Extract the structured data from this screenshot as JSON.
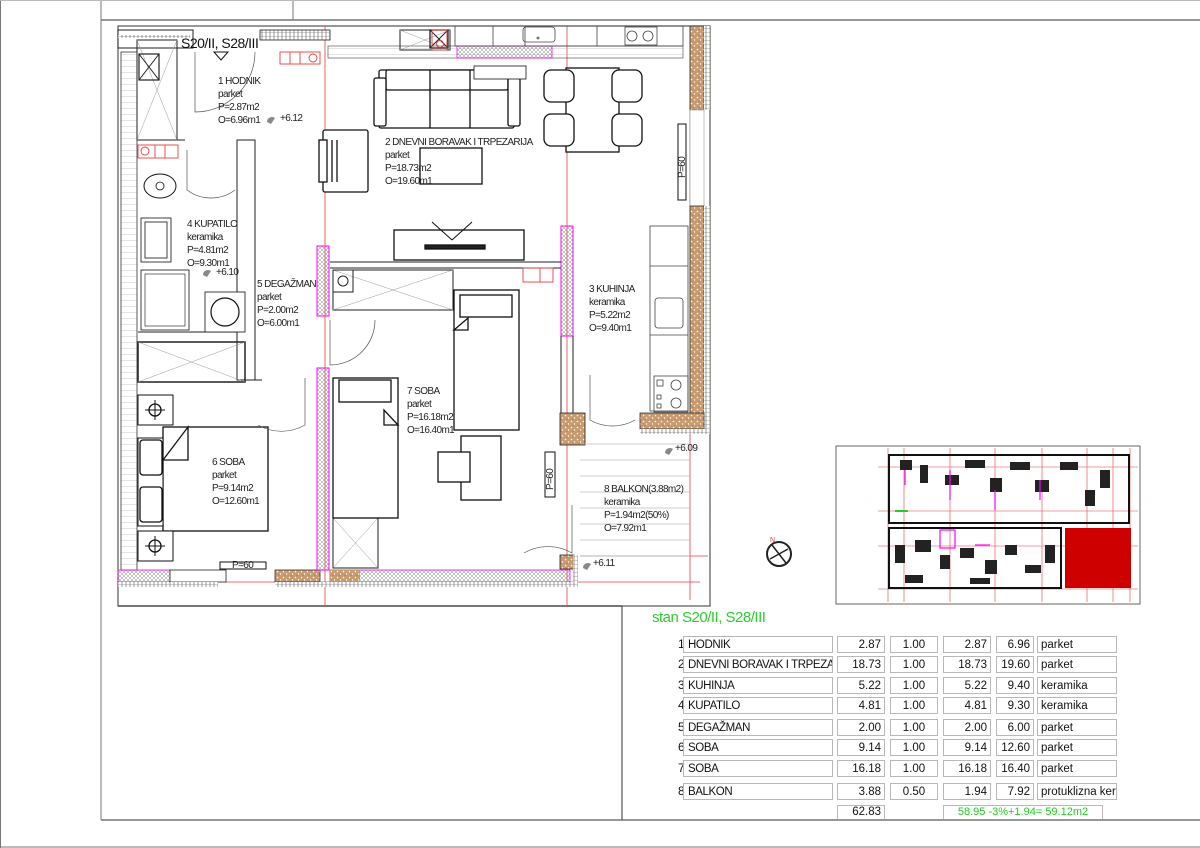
{
  "plan": {
    "unit_mark": "S20/II, S28/III",
    "rooms": [
      {
        "no": "1",
        "name": "HODNIK",
        "floor": "parket",
        "area": "P=2.87m2",
        "perimeter": "O=6.96m1"
      },
      {
        "no": "2",
        "name": "DNEVNI BORAVAK I TRPEZARIJA",
        "floor": "parket",
        "area": "P=18.73m2",
        "perimeter": "O=19.60m1"
      },
      {
        "no": "3",
        "name": "KUHINJA",
        "floor": "keramika",
        "area": "P=5.22m2",
        "perimeter": "O=9.40m1"
      },
      {
        "no": "4",
        "name": "KUPATILO",
        "floor": "keramika",
        "area": "P=4.81m2",
        "perimeter": "O=9.30m1"
      },
      {
        "no": "5",
        "name": "DEGAŽMAN",
        "floor": "parket",
        "area": "P=2.00m2",
        "perimeter": "O=6.00m1"
      },
      {
        "no": "6",
        "name": "SOBA",
        "floor": "parket",
        "area": "P=9.14m2",
        "perimeter": "O=12.60m1"
      },
      {
        "no": "7",
        "name": "SOBA",
        "floor": "parket",
        "area": "P=16.18m2",
        "perimeter": "O=16.40m1"
      },
      {
        "no": "8",
        "name": "BALKON(3.88m2)",
        "floor": "keramika",
        "area": "P=1.94m2(50%)",
        "perimeter": "O=7.92m1"
      }
    ],
    "levels": [
      "+6.12",
      "+6.10",
      "+6.09",
      "+6.11"
    ],
    "radiator_labels": [
      "P=60",
      "P=60",
      "P=60"
    ],
    "compass_north": "N"
  },
  "table": {
    "title": "stan S20/II, S28/III",
    "rows": [
      {
        "no": "1",
        "name": "HODNIK",
        "area": "2.87",
        "coef": "1.00",
        "net": "2.87",
        "perimeter": "6.96",
        "floor": "parket"
      },
      {
        "no": "2",
        "name": "DNEVNI BORAVAK I TRPEZARIJA",
        "area": "18.73",
        "coef": "1.00",
        "net": "18.73",
        "perimeter": "19.60",
        "floor": "parket"
      },
      {
        "no": "3",
        "name": "KUHINJA",
        "area": "5.22",
        "coef": "1.00",
        "net": "5.22",
        "perimeter": "9.40",
        "floor": "keramika"
      },
      {
        "no": "4",
        "name": "KUPATILO",
        "area": "4.81",
        "coef": "1.00",
        "net": "4.81",
        "perimeter": "9.30",
        "floor": "keramika"
      },
      {
        "no": "5",
        "name": "DEGAŽMAN",
        "area": "2.00",
        "coef": "1.00",
        "net": "2.00",
        "perimeter": "6.00",
        "floor": "parket"
      },
      {
        "no": "6",
        "name": "SOBA",
        "area": "9.14",
        "coef": "1.00",
        "net": "9.14",
        "perimeter": "12.60",
        "floor": "parket"
      },
      {
        "no": "7",
        "name": "SOBA",
        "area": "16.18",
        "coef": "1.00",
        "net": "16.18",
        "perimeter": "16.40",
        "floor": "parket"
      },
      {
        "no": "8",
        "name": "BALKON",
        "area": "3.88",
        "coef": "0.50",
        "net": "1.94",
        "perimeter": "7.92",
        "floor": "protuklizna ker."
      }
    ],
    "total_area": "62.83",
    "total_formula": "58.95 -3%+1.94= 59.12m2"
  },
  "colors": {
    "axis": "#e8403c",
    "partition": "#ff00ff",
    "brick": "#b5835a",
    "highlight": "#d40000",
    "title_green": "#2ecc2e"
  }
}
